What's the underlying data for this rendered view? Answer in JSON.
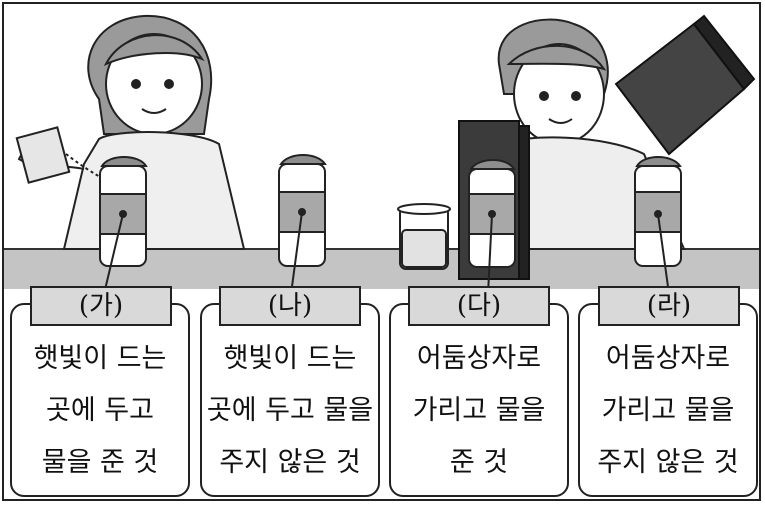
{
  "conditions": [
    {
      "tag": "(가)",
      "lines": [
        "햇빛이 드는",
        "곳에 두고",
        "물을 준 것"
      ]
    },
    {
      "tag": "(나)",
      "lines": [
        "햇빛이 드는",
        "곳에 두고 물을",
        "주지 않은 것"
      ]
    },
    {
      "tag": "(다)",
      "lines": [
        "어둠상자로",
        "가리고 물을",
        "준 것"
      ]
    },
    {
      "tag": "(라)",
      "lines": [
        "어둠상자로",
        "가리고 물을",
        "주지 않은 것"
      ]
    }
  ]
}
